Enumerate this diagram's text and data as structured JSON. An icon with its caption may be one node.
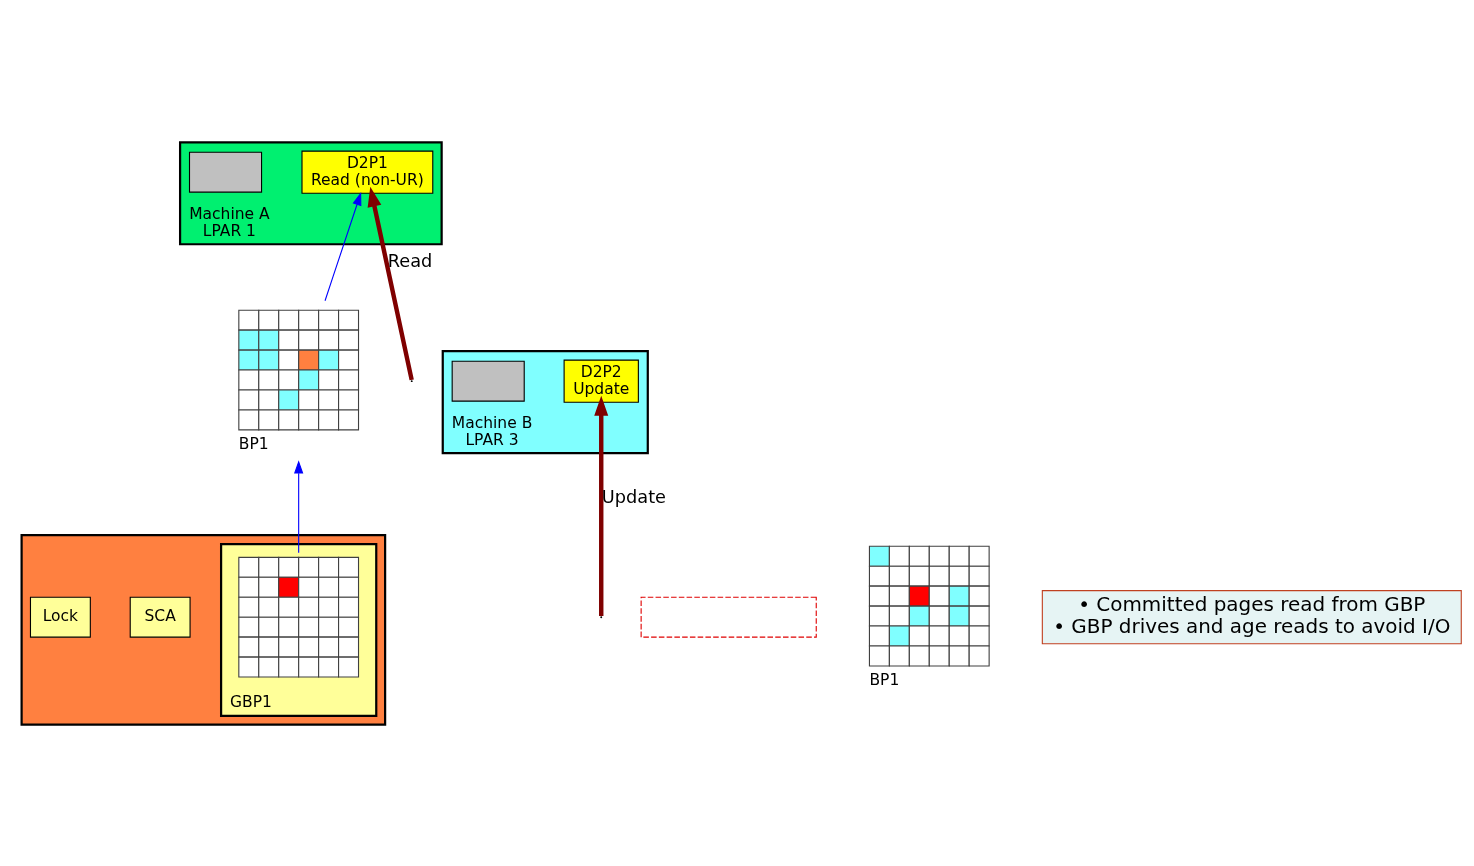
{
  "diagram": {
    "nodes": [
      {
        "text": [
          "Machine A",
          "LPAR 1"
        ]
      },
      {
        "text": [
          "D2P1",
          "Read (non-UR)"
        ],
        "in": 0
      },
      {
        "text": [],
        "shape": "box",
        "in": 0
      },
      {
        "text": [
          "Machine B",
          "LPAR 3"
        ]
      },
      {
        "text": [
          "D2P2",
          "Update"
        ],
        "in": 3
      },
      {
        "text": [],
        "shape": "box",
        "in": 3
      },
      {
        "text": [],
        "shape": "box"
      },
      {
        "text": [],
        "shape": "grid",
        "beside": [
          "BP1"
        ]
      },
      {
        "text": [],
        "shape": "grid",
        "beside": [
          "BP1"
        ]
      },
      {
        "text": [],
        "shape": "box"
      },
      {
        "text": [
          "SCA"
        ],
        "in": 9
      },
      {
        "text": [
          "Lock"
        ],
        "in": 9
      },
      {
        "text": [
          "GBP1"
        ],
        "in": 9
      },
      {
        "text": [],
        "shape": "grid",
        "in": 12
      },
      {
        "text": [
          "• Committed pages read from GBP",
          "• GBP drives and age reads to avoid I/O"
        ]
      }
    ],
    "edges": [
      {
        "from": 7,
        "to": 1,
        "arrow": "to",
        "color": "#0000ff"
      },
      {
        "from": 13,
        "to": 7,
        "arrow": "to",
        "color": "#0000ff"
      },
      {
        "from": null,
        "to": 1,
        "arrow": "to",
        "label": "Read",
        "style": "thick",
        "color": "#7f0000"
      },
      {
        "from": null,
        "to": 4,
        "arrow": "to",
        "label": "Update",
        "style": "thick",
        "color": "#7f0000"
      }
    ]
  }
}
